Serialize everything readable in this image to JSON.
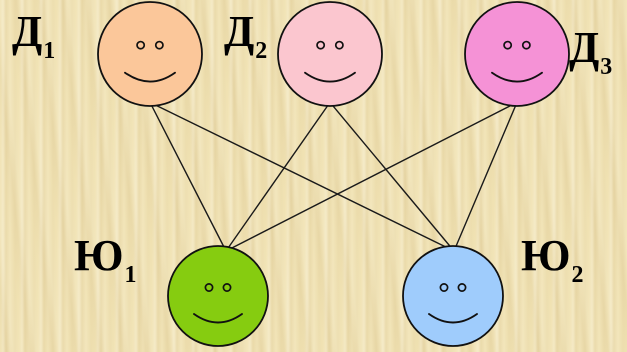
{
  "nodes": [
    {
      "id": "d1",
      "letter": "Д",
      "index": "1",
      "color": "#fbc79a"
    },
    {
      "id": "d2",
      "letter": "Д",
      "index": "2",
      "color": "#fbc6cf"
    },
    {
      "id": "d3",
      "letter": "Д",
      "index": "3",
      "color": "#f592d6"
    },
    {
      "id": "u1",
      "letter": "Ю",
      "index": "1",
      "color": "#86cc10"
    },
    {
      "id": "u2",
      "letter": "Ю",
      "index": "2",
      "color": "#9fccfc"
    }
  ],
  "edges": [
    [
      "d1",
      "u1"
    ],
    [
      "d1",
      "u2"
    ],
    [
      "d2",
      "u1"
    ],
    [
      "d2",
      "u2"
    ],
    [
      "d3",
      "u1"
    ],
    [
      "d3",
      "u2"
    ]
  ],
  "icons": [
    "smiley-face-icon"
  ]
}
